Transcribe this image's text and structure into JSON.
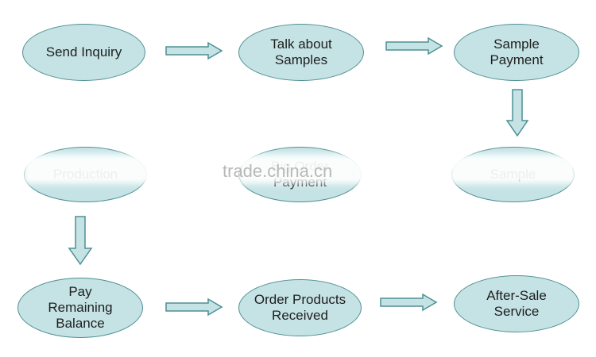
{
  "nodes": {
    "send_inquiry": "Send Inquiry",
    "talk_samples": "Talk about\nSamples",
    "sample_payment": "Sample\nPayment",
    "production": "Production",
    "big_order_payment": "Big Order\nPayment",
    "sample": "Sample",
    "pay_remaining": "Pay\nRemaining\nBalance",
    "order_received": "Order Products\nReceived",
    "after_sale": "After-Sale\nService"
  },
  "watermark": "trade.china.cn",
  "colors": {
    "node_fill": "#c5e3e5",
    "node_border": "#4e8f92",
    "text": "#1e1e1e"
  }
}
